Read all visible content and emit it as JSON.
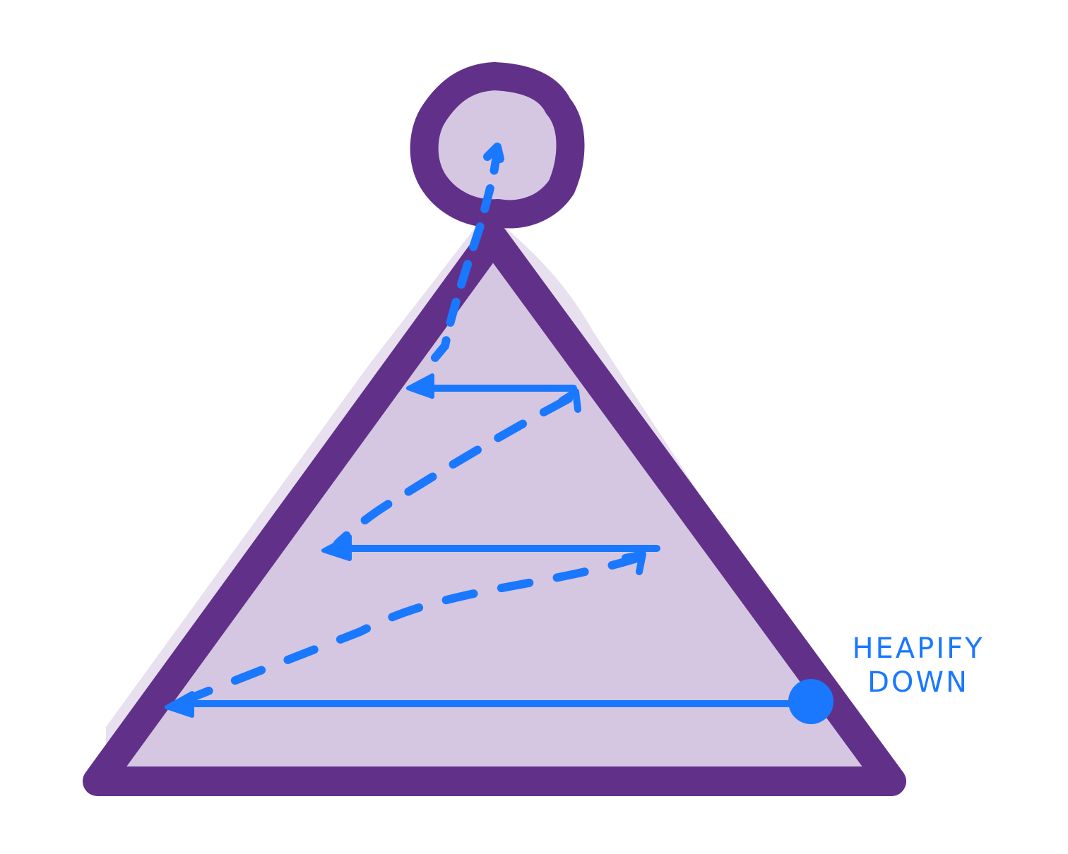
{
  "diagram": {
    "label_line1": "HEAPIFY",
    "label_line2": "DOWN"
  },
  "colors": {
    "outline": "#61318a",
    "fill": "#d5c7e1",
    "arrow": "#1a78ff",
    "background": "#ffffff"
  },
  "icons": {
    "root": "root-node-circle",
    "heap": "heap-triangle",
    "start": "start-dot"
  }
}
